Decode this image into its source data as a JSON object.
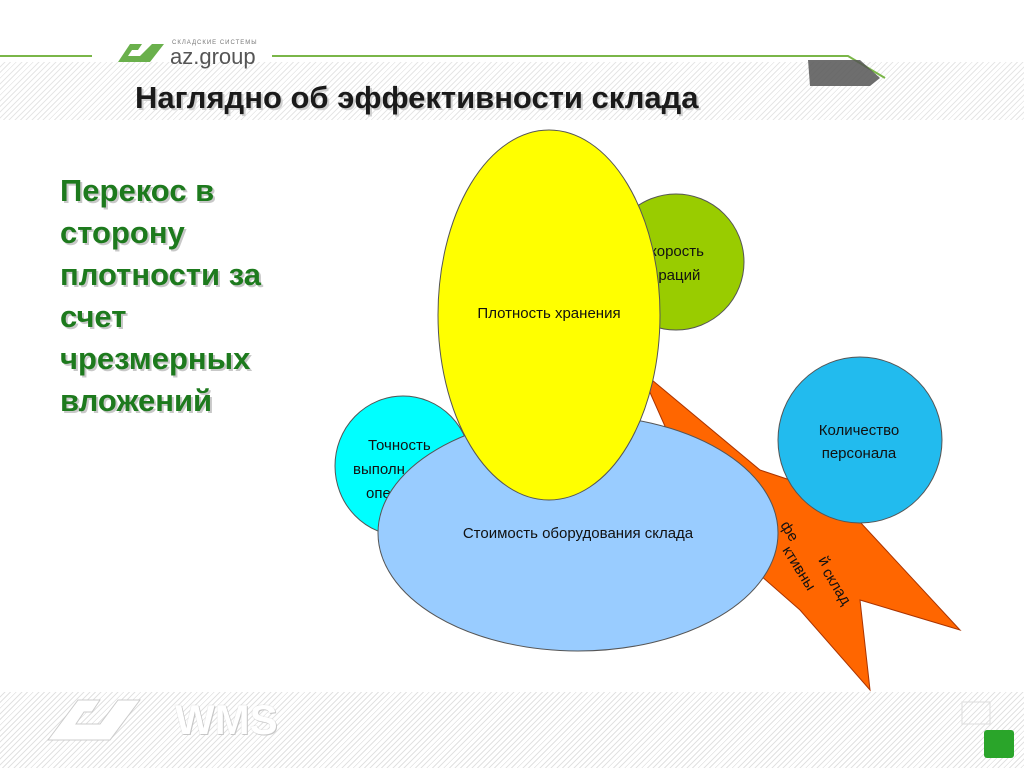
{
  "header": {
    "logo_tagline": "СКЛАДСКИЕ СИСТЕМЫ",
    "logo_brand": "az.group",
    "title": "Наглядно об эффективности склада"
  },
  "left_text": {
    "lines": [
      "Перекос в",
      "сторону",
      "плотности за",
      "счет",
      "чрезмерных",
      "вложений"
    ]
  },
  "diagram": {
    "nodes": [
      {
        "id": "speed",
        "label_lines": [
          "корость",
          "ераций"
        ],
        "color": "#99cc00"
      },
      {
        "id": "accuracy",
        "label_lines": [
          "Точность",
          "выполн",
          "опе"
        ],
        "color": "#00ffff"
      },
      {
        "id": "staff",
        "label_lines": [
          "Количество",
          "персонала"
        ],
        "color": "#22bbee"
      },
      {
        "id": "star",
        "label_lines": [
          "фе",
          "ктивны",
          "й",
          "склад"
        ],
        "color": "#ff6600"
      },
      {
        "id": "cost",
        "label_lines": [
          "Стоимость оборудования склада"
        ],
        "color": "#99ccff"
      },
      {
        "id": "density",
        "label_lines": [
          "Плотность  хранения"
        ],
        "color": "#ffff00"
      }
    ]
  },
  "footer": {
    "brand": "WMS"
  },
  "colors": {
    "accent_green": "#1d7a1d",
    "logo_green": "#6ab04c"
  }
}
